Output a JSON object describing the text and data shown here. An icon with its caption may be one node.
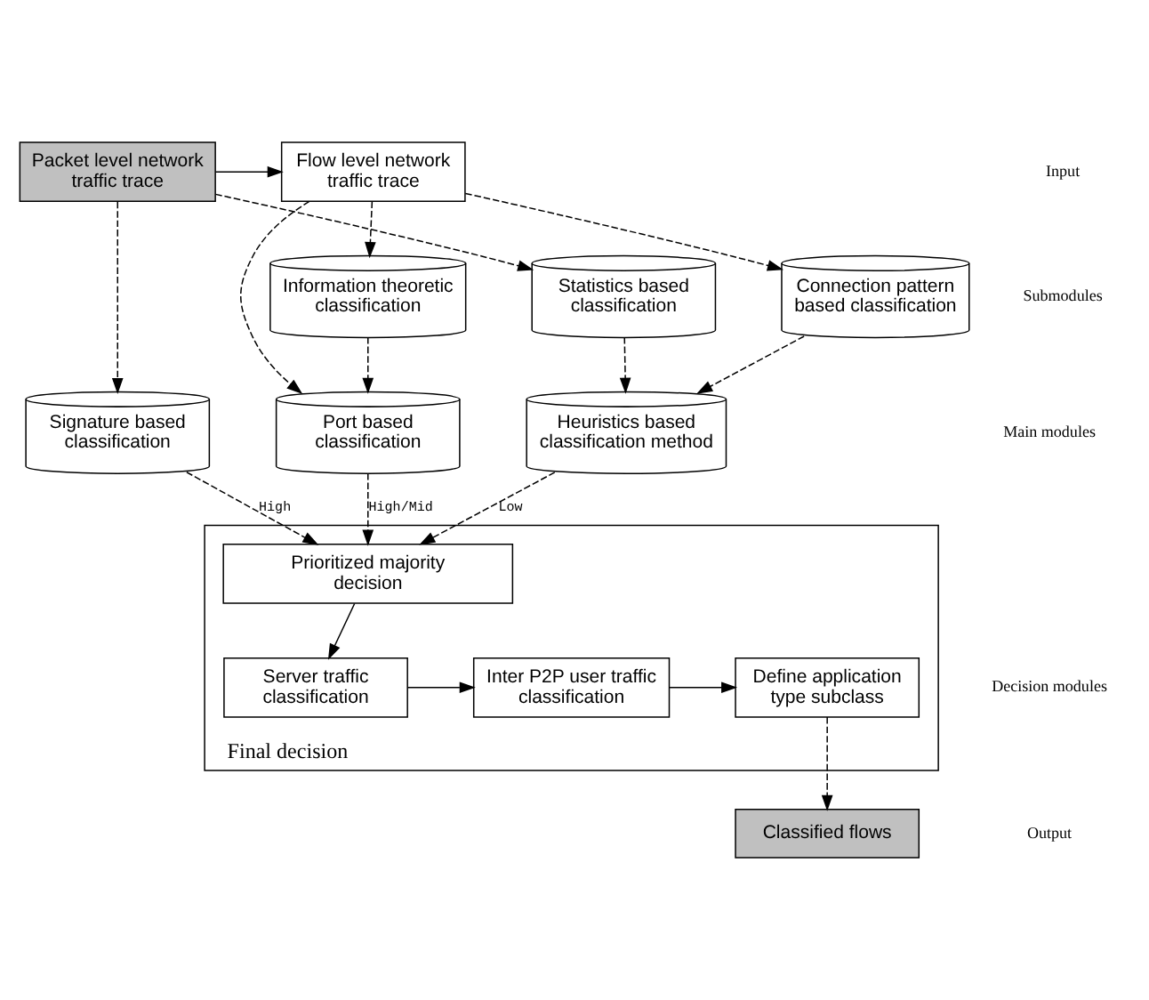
{
  "diagram": {
    "nodes": [
      {
        "text": [
          "Packet level network traffic trace"
        ]
      },
      {
        "text": [
          "Flow level network traffic trace"
        ]
      },
      {
        "text": [
          "Information theoretic classification"
        ]
      },
      {
        "text": [
          "Statistics based classification"
        ]
      },
      {
        "text": [
          "Connection pattern based classification"
        ]
      },
      {
        "text": [
          "Signature based classification"
        ]
      },
      {
        "text": [
          "Port based classification"
        ]
      },
      {
        "text": [
          "Heuristics based classification method"
        ]
      },
      {
        "text": [
          "Final decision"
        ]
      },
      {
        "text": [
          "Prioritized majority decision"
        ],
        "in": 8
      },
      {
        "text": [
          "Server traffic classification"
        ],
        "in": 8
      },
      {
        "text": [
          "Inter P2P user traffic classification"
        ],
        "in": 8
      },
      {
        "text": [
          "Define application type subclass"
        ],
        "in": 8
      },
      {
        "text": [
          "Classified flows"
        ]
      }
    ],
    "edges": [
      {
        "from": 0,
        "to": 1,
        "arrow": "to"
      },
      {
        "from": 0,
        "to": 5,
        "arrow": "to",
        "style": "dashed"
      },
      {
        "from": 0,
        "to": 3,
        "arrow": "to",
        "style": "dashed"
      },
      {
        "from": 1,
        "to": 2,
        "arrow": "to",
        "style": "dashed"
      },
      {
        "from": 1,
        "to": 4,
        "arrow": "to",
        "style": "dashed"
      },
      {
        "from": 1,
        "to": 6,
        "arrow": "to",
        "style": "dashed"
      },
      {
        "from": 2,
        "to": 6,
        "arrow": "to",
        "style": "dashed"
      },
      {
        "from": 3,
        "to": 7,
        "arrow": "to",
        "style": "dashed"
      },
      {
        "from": 4,
        "to": 7,
        "arrow": "to",
        "style": "dashed"
      },
      {
        "from": 5,
        "to": 9,
        "arrow": "to",
        "style": "dashed",
        "label": "High"
      },
      {
        "from": 6,
        "to": 9,
        "arrow": "to",
        "style": "dashed",
        "label": "High/Mid"
      },
      {
        "from": 7,
        "to": 9,
        "arrow": "to",
        "style": "dashed",
        "label": "Low"
      },
      {
        "from": 9,
        "to": 10,
        "arrow": "to"
      },
      {
        "from": 10,
        "to": 11,
        "arrow": "to"
      },
      {
        "from": 11,
        "to": 12,
        "arrow": "to"
      },
      {
        "from": 12,
        "to": 13,
        "arrow": "to",
        "style": "dashed"
      }
    ],
    "labels": [
      "Input",
      "Submodules",
      "Main modules",
      "Decision modules",
      "Output"
    ]
  }
}
